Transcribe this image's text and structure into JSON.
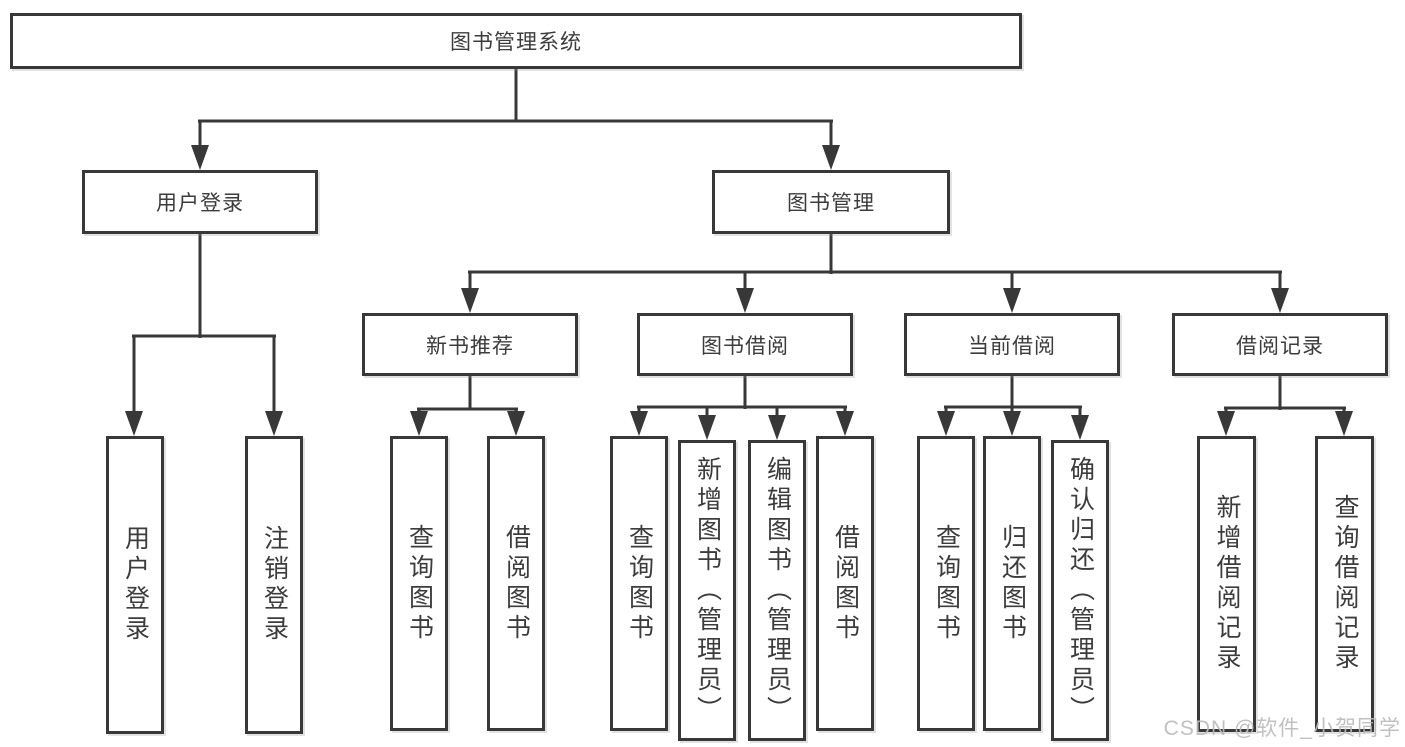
{
  "diagram": {
    "root": {
      "label": "图书管理系统"
    },
    "level2": [
      {
        "label": "用户登录"
      },
      {
        "label": "图书管理"
      }
    ],
    "level3": [
      {
        "label": "新书推荐"
      },
      {
        "label": "图书借阅"
      },
      {
        "label": "当前借阅"
      },
      {
        "label": "借阅记录"
      }
    ],
    "leaves": [
      {
        "label": "用户登录"
      },
      {
        "label": "注销登录"
      },
      {
        "label": "查询图书"
      },
      {
        "label": "借阅图书"
      },
      {
        "label": "查询图书"
      },
      {
        "label": "新增图书（管理员）"
      },
      {
        "label": "编辑图书（管理员）"
      },
      {
        "label": "借阅图书"
      },
      {
        "label": "查询图书"
      },
      {
        "label": "归还图书"
      },
      {
        "label": "确认归还（管理员）"
      },
      {
        "label": "新增借阅记录"
      },
      {
        "label": "查询借阅记录"
      }
    ]
  },
  "watermark": {
    "text": "CSDN @软件_小贺同学"
  },
  "colors": {
    "line": "#383838",
    "text": "#3c3c3c",
    "background": "#ffffff",
    "watermark": "#bbbbbb"
  }
}
